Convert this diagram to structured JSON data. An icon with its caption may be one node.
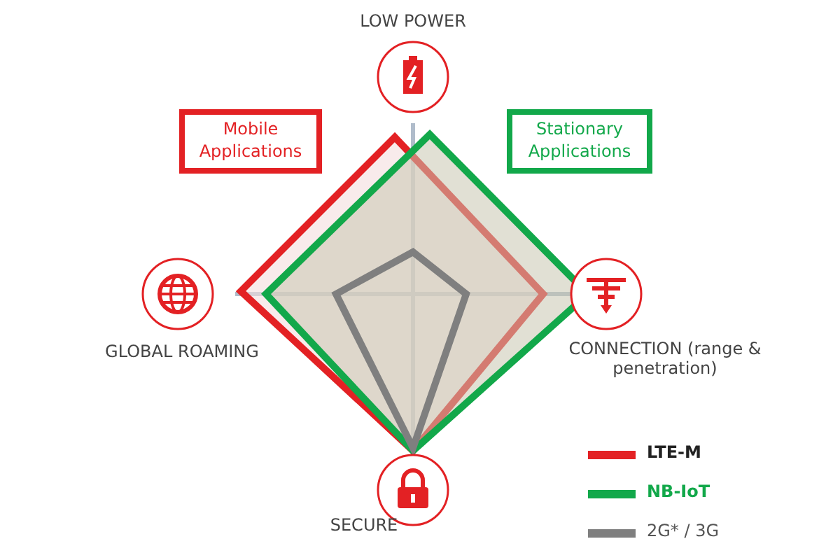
{
  "diagram": {
    "nodes": [
      {
        "text": [
          "Mobile Applications"
        ]
      },
      {
        "text": [
          "Stationary Applications"
        ]
      }
    ],
    "labels": [
      "LOW POWER",
      "GLOBAL ROAMING",
      "CONNECTION (range & penetration)",
      "SECURE"
    ],
    "legend": [
      {
        "text": "LTE-M",
        "color": "#e32124"
      },
      {
        "text": "NB-IoT",
        "color": "#12a84a"
      },
      {
        "text": "2G* / 3G",
        "color": "#7f7f7f"
      }
    ]
  }
}
